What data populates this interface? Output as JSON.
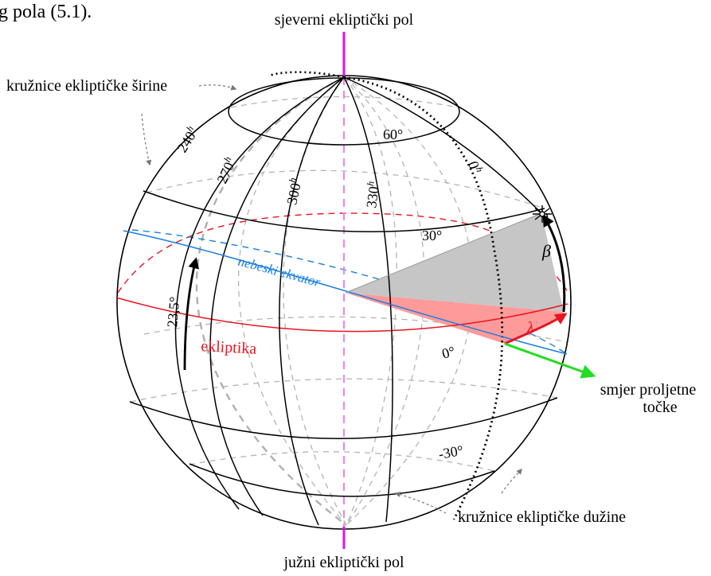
{
  "top_fragment": "g pola (5.1).",
  "labels": {
    "north_pole": "sjeverni ekliptički pol",
    "south_pole": "južni ekliptički pol",
    "latitude_circles": "kružnice ekliptičke širine",
    "longitude_circles": "kružnice ekliptičke dužine",
    "celestial_equator": "nebeski ekvator",
    "ecliptic": "ekliptika",
    "vernal_dir_line1": "smjer proljetne",
    "vernal_dir_line2": "točke",
    "obliquity": "23,5°",
    "lat_60": "60°",
    "lat_30": "30°",
    "lat_0": "0°",
    "lat_m30": "-30°",
    "lon_240": "240",
    "lon_270": "270",
    "lon_300": "300",
    "lon_330": "330",
    "lon_0": "0",
    "hours_sup": "h",
    "beta": "β",
    "lambda": "λ"
  },
  "colors": {
    "pole_axis": "#e010e0",
    "ecliptic": "#e8141e",
    "equator": "#1a7fe0",
    "vernal_arrow": "#22dd22",
    "grid": "#000000",
    "hidden_grid": "#b4b4b4",
    "beta_fill": "#c6c6c6",
    "lambda_fill": "#ff9a9a"
  }
}
